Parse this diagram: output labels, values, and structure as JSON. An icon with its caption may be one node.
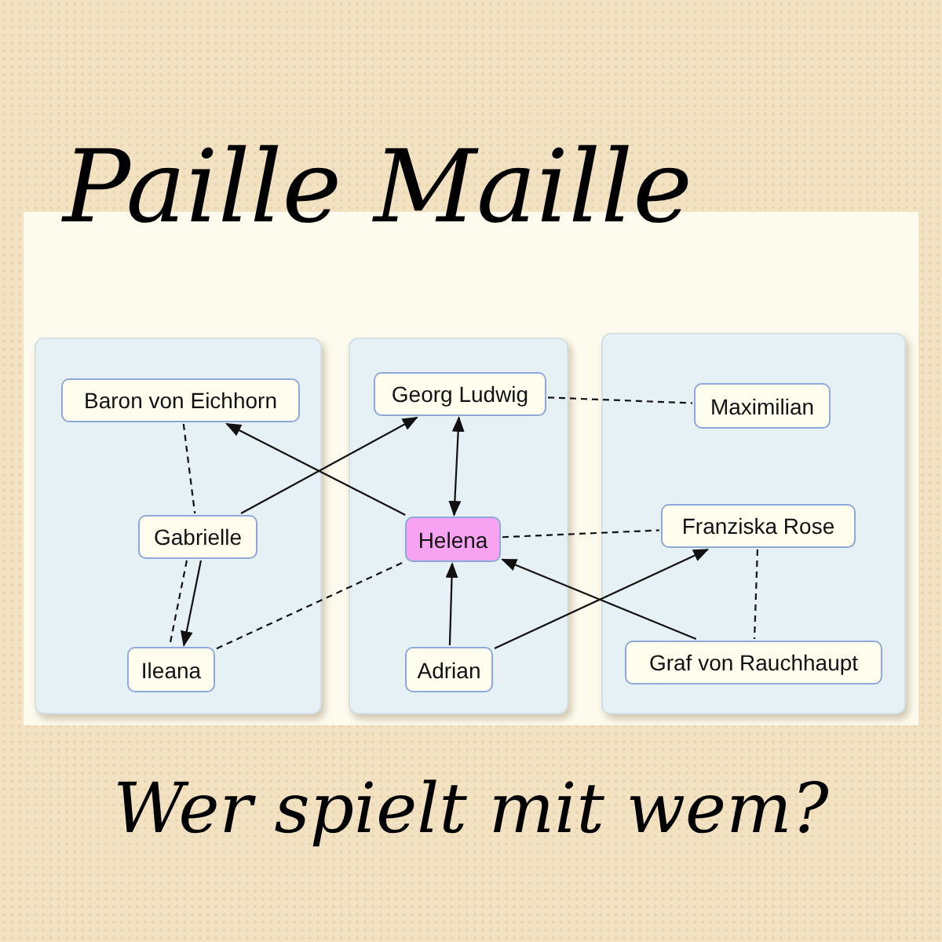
{
  "diagram": {
    "title": "Paille Maille",
    "caption": "Wer spielt mit wem?",
    "nodes": [
      {
        "text": [],
        "shape": "box"
      },
      {
        "text": [
          "Baron von Eichhorn"
        ],
        "in": 0
      },
      {
        "text": [
          "Gabrielle"
        ],
        "in": 0
      },
      {
        "text": [
          "Ileana"
        ],
        "in": 0
      },
      {
        "text": [],
        "shape": "box"
      },
      {
        "text": [
          "Georg Ludwig"
        ],
        "in": 4
      },
      {
        "text": [
          "Helena"
        ],
        "in": 4
      },
      {
        "text": [
          "Adrian"
        ],
        "in": 4
      },
      {
        "text": [],
        "shape": "box"
      },
      {
        "text": [
          "Maximilian"
        ],
        "in": 8
      },
      {
        "text": [
          "Franziska Rose"
        ],
        "in": 8
      },
      {
        "text": [
          "Graf von Rauchhaupt"
        ],
        "in": 8
      }
    ],
    "edges": [
      {
        "from": 1,
        "to": 2,
        "arrow": "none",
        "style": "dashed"
      },
      {
        "from": 2,
        "to": 3,
        "arrow": "none",
        "style": "dashed"
      },
      {
        "from": 2,
        "to": 3,
        "arrow": "to"
      },
      {
        "from": 2,
        "to": 5,
        "arrow": "to"
      },
      {
        "from": 6,
        "to": 1,
        "arrow": "to"
      },
      {
        "from": 6,
        "to": 5,
        "arrow": "both"
      },
      {
        "from": 5,
        "to": 9,
        "arrow": "none",
        "style": "dashed"
      },
      {
        "from": 6,
        "to": 10,
        "arrow": "none",
        "style": "dashed"
      },
      {
        "from": 3,
        "to": 6,
        "arrow": "none",
        "style": "dashed"
      },
      {
        "from": 7,
        "to": 6,
        "arrow": "to"
      },
      {
        "from": 7,
        "to": 10,
        "arrow": "to"
      },
      {
        "from": 11,
        "to": 6,
        "arrow": "to"
      },
      {
        "from": 10,
        "to": 11,
        "arrow": "none",
        "style": "dashed"
      }
    ]
  }
}
